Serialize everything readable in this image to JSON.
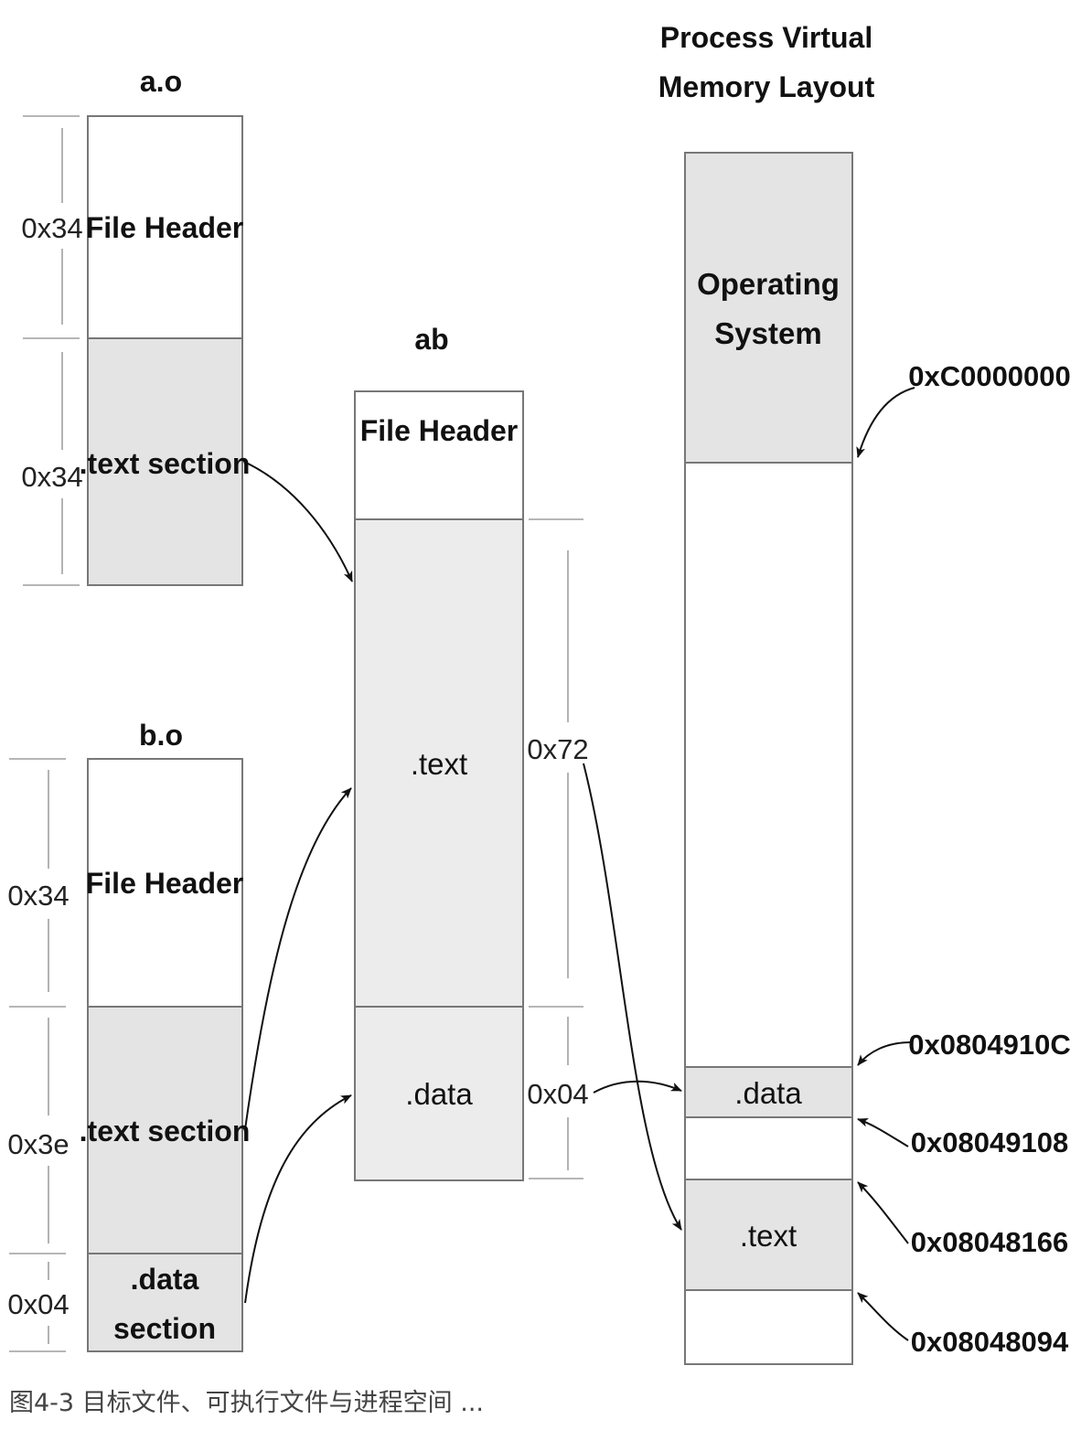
{
  "objects": {
    "a_o": {
      "title": "a.o",
      "sections": [
        {
          "label": "File Header",
          "size": "0x34"
        },
        {
          "label": ".text section",
          "size": "0x34"
        }
      ]
    },
    "b_o": {
      "title": "b.o",
      "sections": [
        {
          "label": "File Header",
          "size": "0x34"
        },
        {
          "label": ".text section",
          "size": "0x3e"
        },
        {
          "label_line1": ".data",
          "label_line2": "section",
          "size": "0x04"
        }
      ]
    },
    "ab": {
      "title": "ab",
      "sections": [
        {
          "label": "File Header"
        },
        {
          "label": ".text",
          "size": "0x72"
        },
        {
          "label": ".data",
          "size": "0x04"
        }
      ]
    }
  },
  "vm": {
    "title_line1": "Process Virtual",
    "title_line2": "Memory Layout",
    "os_line1": "Operating",
    "os_line2": "System",
    "data_label": ".data",
    "text_label": ".text",
    "addresses": [
      "0xC0000000",
      "0x0804910C",
      "0x08049108",
      "0x08048166",
      "0x08048094"
    ]
  },
  "caption": "图4-3 目标文件、可执行文件与进程空间 ..."
}
